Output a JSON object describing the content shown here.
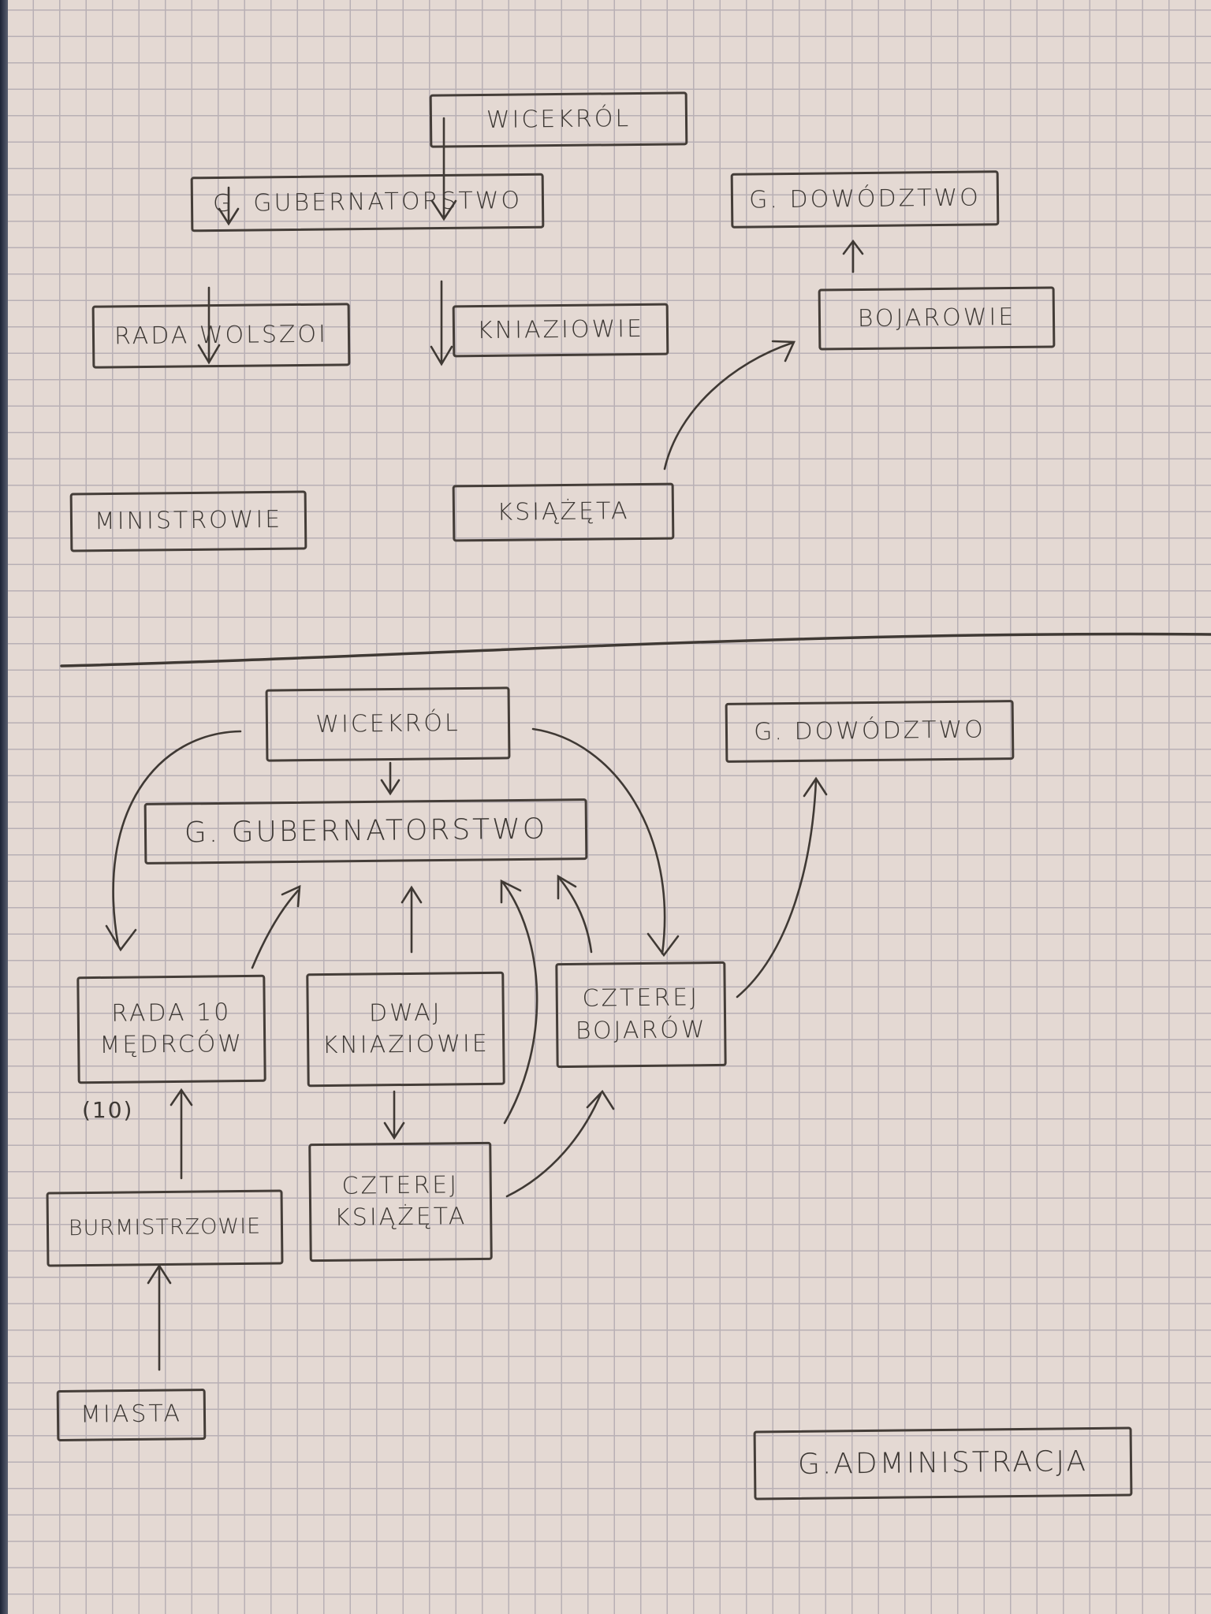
{
  "top_chart": {
    "wicekrol": "WICEKRÓL",
    "gubernatorstwo": "G. GUBERNATORSTWO",
    "dowodztwo": "G. DOWÓDZTWO",
    "rada": "RADA WOLSZOI",
    "kniaziowie": "KNIAZIOWIE",
    "bojarowie": "BOJAROWIE",
    "ministrowie": "MINISTROWIE",
    "ksiazeta": "KSIĄŻĘTA"
  },
  "bottom_chart": {
    "wicekrol": "WICEKRÓL",
    "dowodztwo": "G. DOWÓDZTWO",
    "gubernatorstwo": "G. GUBERNATORSTWO",
    "rada": "RADA 10\nMĘDRCÓW",
    "rada_count": "(10)",
    "kniaziowie": "DWAJ\nKNIAZIOWIE",
    "bojarowie": "CZTEREJ\nBOJARÓW",
    "ksiazeta": "CZTEREJ\nKSIĄŻĘTA",
    "burmistrzowie": "BURMISTRZOWIE",
    "miasta": "MIASTA",
    "administracja": "G.ADMINISTRACJA"
  }
}
